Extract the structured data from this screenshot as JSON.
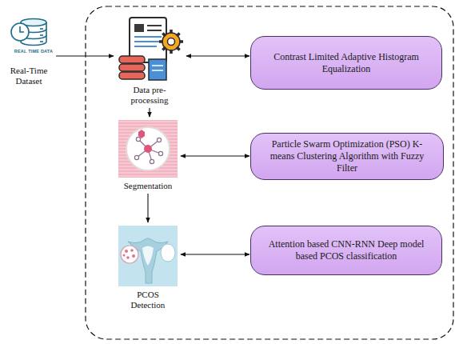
{
  "diagram": {
    "nodes": [
      {
        "text": [
          "Real-Time Dataset"
        ]
      },
      {
        "text": [
          "Data pre-processing"
        ]
      },
      {
        "text": [
          "Contrast Limited Adaptive Histogram Equalization"
        ]
      },
      {
        "text": [
          "Segmentation"
        ]
      },
      {
        "text": [
          "Particle Swarm Optimization (PSO) K-means Clustering Algorithm with Fuzzy Filter"
        ]
      },
      {
        "text": [
          "PCOS Detection"
        ]
      },
      {
        "text": [
          "Attention based CNN-RNN Deep model based PCOS classification"
        ]
      }
    ],
    "edges": [
      {
        "from": 0,
        "to": 1,
        "arrow": "to"
      },
      {
        "from": 1,
        "to": 2,
        "arrow": "both"
      },
      {
        "from": 1,
        "to": 3,
        "arrow": "to"
      },
      {
        "from": 3,
        "to": 4,
        "arrow": "both"
      },
      {
        "from": 3,
        "to": 5,
        "arrow": "to"
      },
      {
        "from": 5,
        "to": 6,
        "arrow": "both"
      }
    ],
    "labels": [
      "REAL TIME DATA"
    ]
  }
}
